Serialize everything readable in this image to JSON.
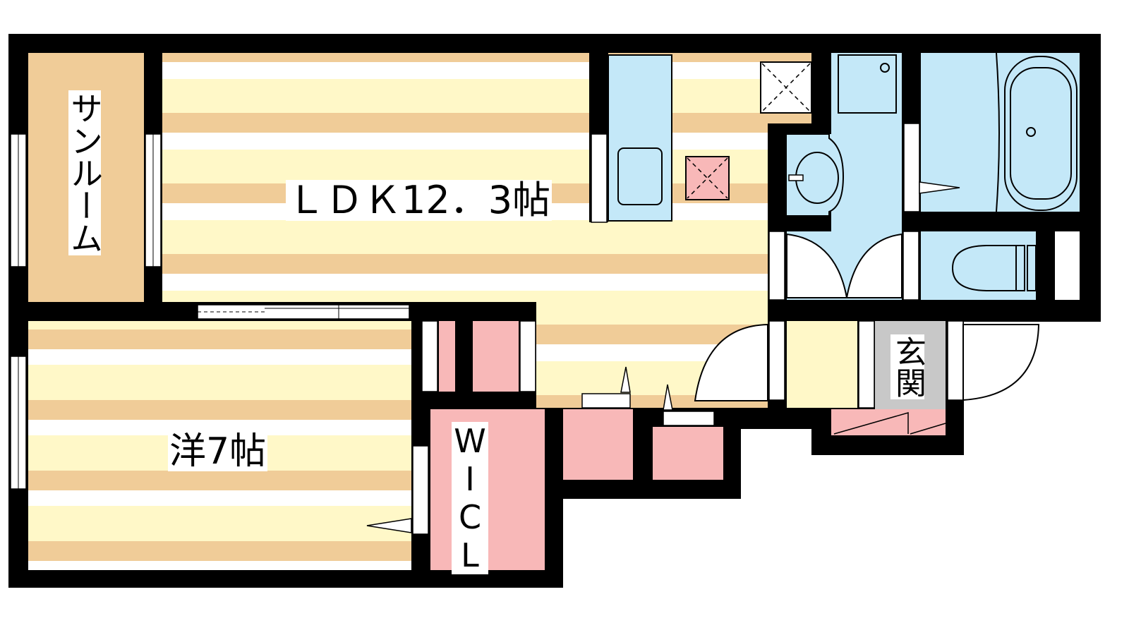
{
  "rooms": {
    "sunroom": "サンルーム",
    "ldk": "ＬＤＫ12．3帖",
    "western": "洋7帖",
    "wic": "WICL",
    "entrance": "玄関"
  },
  "colors": {
    "wall": "#000000",
    "floor_cream": "#FFF8C8",
    "floor_tan": "#F0CC98",
    "wet_area": "#C4E8F8",
    "storage": "#F8B8B8",
    "entrance": "#C8C8C8"
  }
}
